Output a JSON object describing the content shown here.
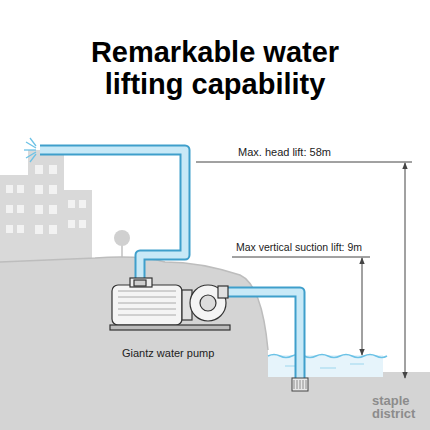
{
  "diagram": {
    "title": "Remarkable water lifting capability",
    "labels": [
      "Max. head lift: 58m",
      "Max vertical suction lift: 9m",
      "Giantz water pump",
      "staple district"
    ]
  }
}
